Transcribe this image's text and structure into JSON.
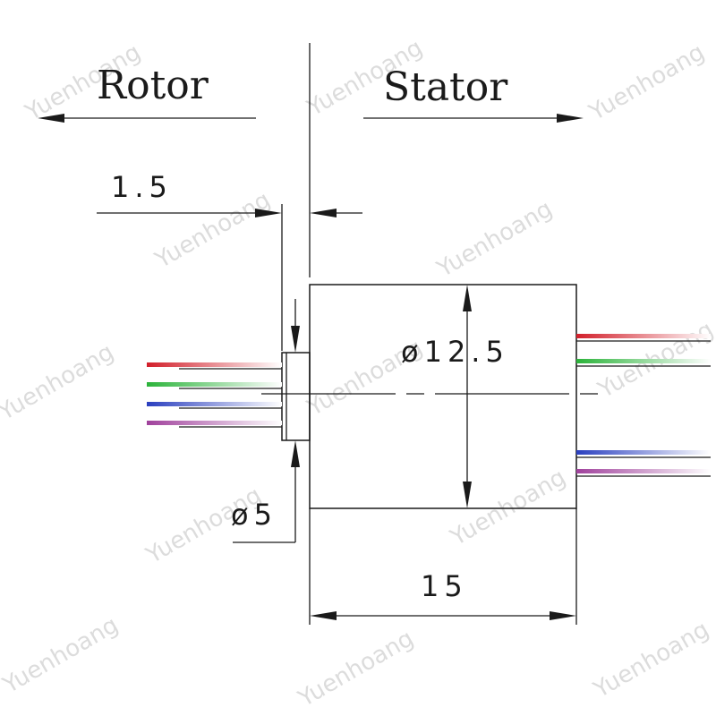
{
  "labels": {
    "rotor": "Rotor",
    "stator": "Stator",
    "dim_gap": "1.5",
    "dim_stator_diameter": "ø12.5",
    "dim_rotor_diameter": "ø5",
    "dim_length": "15"
  },
  "watermark": "Yuenhoang",
  "wire_colors": {
    "red": "#d21f2a",
    "green": "#2bb33a",
    "blue": "#2a3fbf",
    "purple": "#a0419c"
  },
  "rotor_wires": [
    "red",
    "green",
    "blue",
    "purple"
  ],
  "stator_wires_top": [
    "red",
    "green"
  ],
  "stator_wires_bottom": [
    "blue",
    "purple"
  ]
}
